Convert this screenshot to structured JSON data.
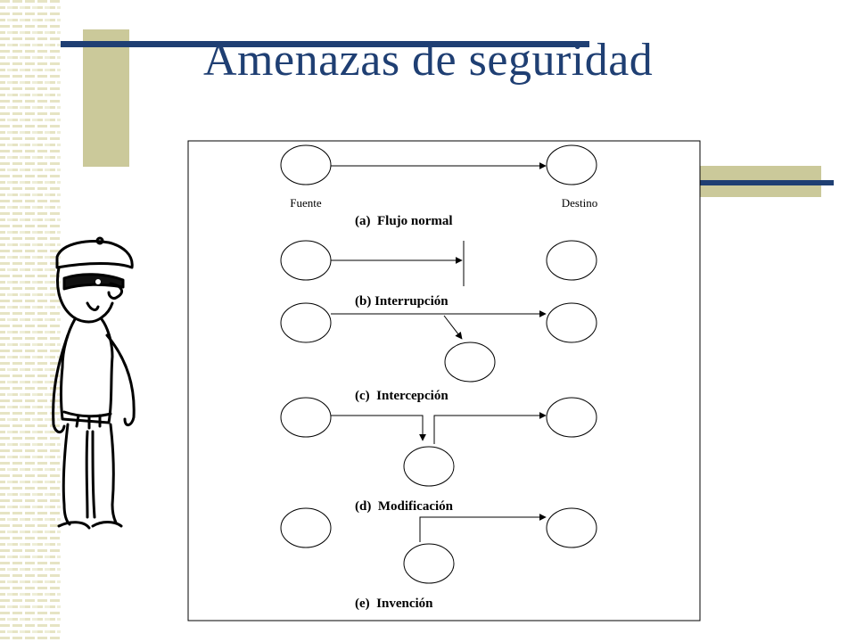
{
  "slide": {
    "title": "Amenazas de seguridad",
    "colors": {
      "title": "#1f3f73",
      "accent_bar": "#cbc99a",
      "rule": "#1f3f73",
      "diagram_line": "#000000"
    }
  },
  "diagram": {
    "node_labels": {
      "source": "Fuente",
      "destination": "Destino"
    },
    "captions": {
      "a": "(a)  Flujo normal",
      "b": "(b) Interrupción",
      "c": "(c)  Intercepción",
      "d": "(d)  Modificación",
      "e": "(e)  Invención"
    }
  },
  "illustration": {
    "name": "masked-thief-drawing"
  }
}
